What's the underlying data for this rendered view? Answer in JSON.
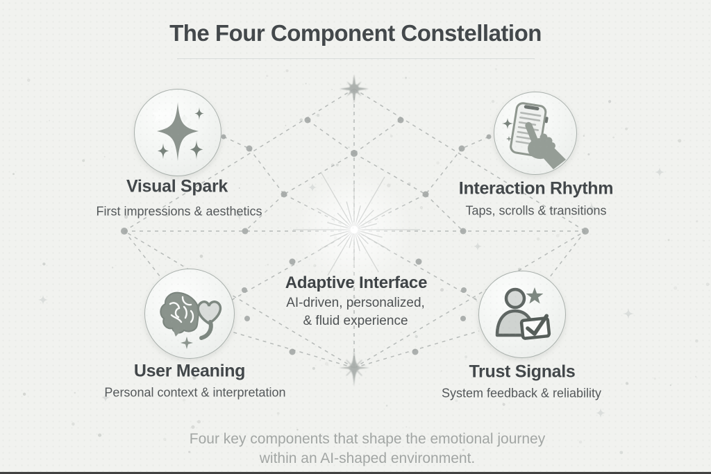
{
  "title": "The Four Component Constellation",
  "components": [
    {
      "id": "visual-spark",
      "title": "Visual Spark",
      "subtitle": "First impressions & aesthetics",
      "icon": "sparkle-star-icon"
    },
    {
      "id": "interaction-rhythm",
      "title": "Interaction Rhythm",
      "subtitle": "Taps, scrolls & transitions",
      "icon": "phone-tap-icon"
    },
    {
      "id": "user-meaning",
      "title": "User Meaning",
      "subtitle": "Personal context & interpretation",
      "icon": "brain-heart-icon"
    },
    {
      "id": "trust-signals",
      "title": "Trust Signals",
      "subtitle": "System feedback & reliability",
      "icon": "person-trust-check-icon"
    }
  ],
  "center": {
    "title": "Adaptive Interface",
    "subtitle_line1": "AI-driven, personalized,",
    "subtitle_line2": "& fluid experience"
  },
  "caption": {
    "line1": "Four key components that shape the emotional journey",
    "line2": "within an AI-shaped environment."
  },
  "colors": {
    "background": "#f1f2ef",
    "heading": "#42474a",
    "subtext": "#54585a",
    "caption": "#a2a6a4",
    "icon_sage": "#8d958f",
    "icon_dark_sage": "#6f7873",
    "dashed_line": "#b6bab8",
    "node_dot": "#a4a8a6",
    "badge_border": "#a9b0ac"
  }
}
